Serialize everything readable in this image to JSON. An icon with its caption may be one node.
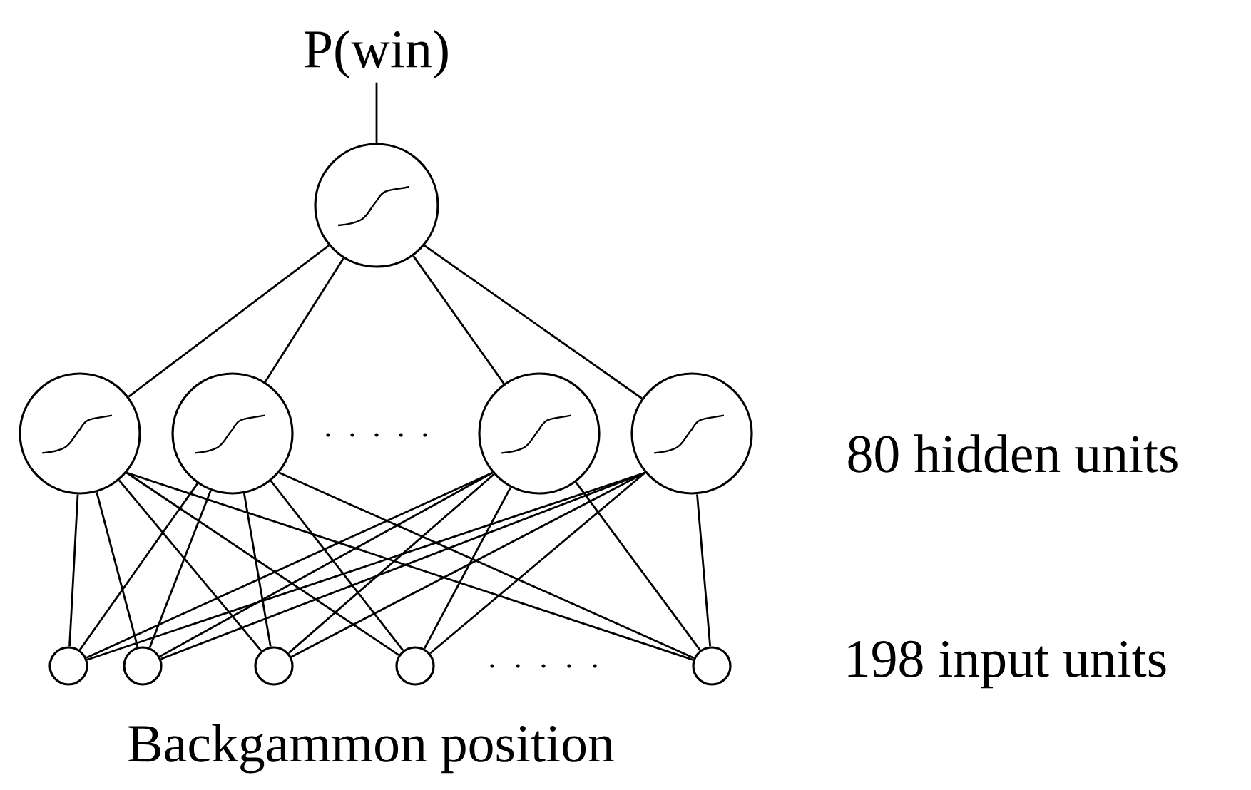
{
  "diagram": {
    "nodes": [
      {
        "text": [
          "P(win)"
        ]
      },
      {
        "text": [],
        "shape": "circle"
      },
      {
        "text": [],
        "shape": "circle"
      },
      {
        "text": [],
        "shape": "circle"
      },
      {
        "text": [],
        "shape": "circle"
      },
      {
        "text": [],
        "shape": "circle"
      },
      {
        "text": [],
        "shape": "circle"
      },
      {
        "text": [],
        "shape": "circle"
      },
      {
        "text": [],
        "shape": "circle"
      },
      {
        "text": [],
        "shape": "circle"
      },
      {
        "text": [],
        "shape": "circle"
      }
    ],
    "edges": [
      {
        "from": 1,
        "to": 0,
        "arrow": "none"
      },
      {
        "from": 1,
        "to": 2,
        "arrow": "none"
      },
      {
        "from": 1,
        "to": 3,
        "arrow": "none"
      },
      {
        "from": 1,
        "to": 4,
        "arrow": "none"
      },
      {
        "from": 1,
        "to": 5,
        "arrow": "none"
      },
      {
        "from": 2,
        "to": 6,
        "arrow": "none"
      },
      {
        "from": 2,
        "to": 7,
        "arrow": "none"
      },
      {
        "from": 2,
        "to": 8,
        "arrow": "none"
      },
      {
        "from": 2,
        "to": 9,
        "arrow": "none"
      },
      {
        "from": 2,
        "to": 10,
        "arrow": "none"
      },
      {
        "from": 3,
        "to": 6,
        "arrow": "none"
      },
      {
        "from": 3,
        "to": 7,
        "arrow": "none"
      },
      {
        "from": 3,
        "to": 8,
        "arrow": "none"
      },
      {
        "from": 3,
        "to": 9,
        "arrow": "none"
      },
      {
        "from": 3,
        "to": 10,
        "arrow": "none"
      },
      {
        "from": 4,
        "to": 6,
        "arrow": "none"
      },
      {
        "from": 4,
        "to": 7,
        "arrow": "none"
      },
      {
        "from": 4,
        "to": 8,
        "arrow": "none"
      },
      {
        "from": 4,
        "to": 9,
        "arrow": "none"
      },
      {
        "from": 4,
        "to": 10,
        "arrow": "none"
      },
      {
        "from": 5,
        "to": 6,
        "arrow": "none"
      },
      {
        "from": 5,
        "to": 7,
        "arrow": "none"
      },
      {
        "from": 5,
        "to": 8,
        "arrow": "none"
      },
      {
        "from": 5,
        "to": 9,
        "arrow": "none"
      },
      {
        "from": 5,
        "to": 10,
        "arrow": "none"
      }
    ],
    "labels": [
      "80 hidden units",
      "198 input units",
      "Backgammon position"
    ]
  }
}
